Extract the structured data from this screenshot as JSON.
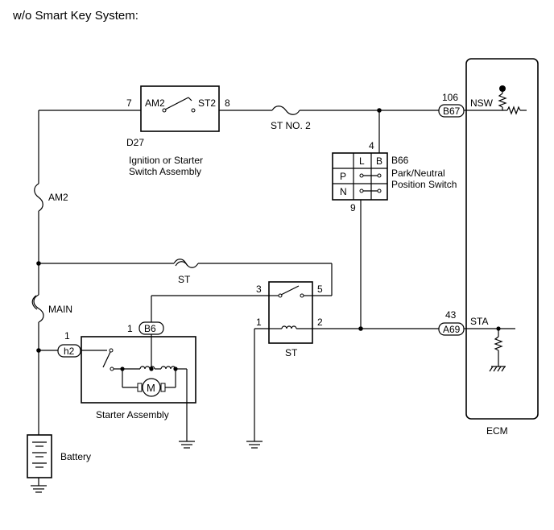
{
  "title": "w/o Smart Key System:",
  "ignition": {
    "code": "D27",
    "name_line1": "Ignition or Starter",
    "name_line2": "Switch Assembly",
    "pin_am2": "7",
    "pin_st2": "8",
    "label_am2": "AM2",
    "label_st2": "ST2"
  },
  "fuse_st_no2": "ST NO. 2",
  "fuse_am2": "AM2",
  "fuse_st": "ST",
  "fuse_main": "MAIN",
  "park_neutral": {
    "code": "B66",
    "name_line1": "Park/Neutral",
    "name_line2": "Position Switch",
    "pin_top": "4",
    "pin_bottom": "9",
    "col_l": "L",
    "col_b": "B",
    "row_p": "P",
    "row_n": "N"
  },
  "ecm": {
    "label": "ECM",
    "pin_nsw": "106",
    "conn_nsw": "B67",
    "label_nsw": "NSW",
    "pin_sta": "43",
    "conn_sta": "A69",
    "label_sta": "STA"
  },
  "st_relay": {
    "label": "ST",
    "pin3": "3",
    "pin5": "5",
    "pin1": "1",
    "pin2": "2"
  },
  "starter": {
    "label": "Starter Assembly",
    "conn_b6": "B6",
    "pin_b6": "1",
    "conn_h2": "h2",
    "pin_h2": "1",
    "motor": "M"
  },
  "battery": "Battery"
}
